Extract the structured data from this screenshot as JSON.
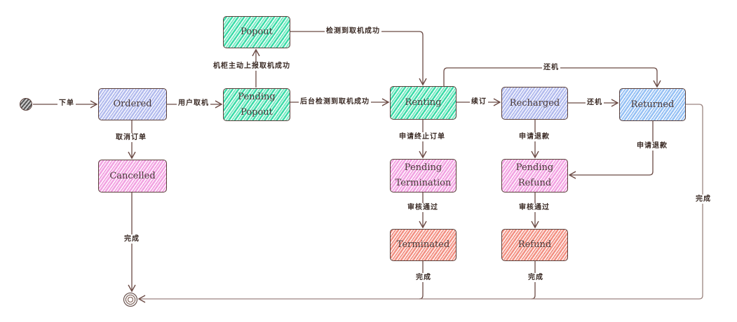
{
  "diagram": {
    "type": "state-machine",
    "nodes": {
      "ordered": "Ordered",
      "cancelled": "Cancelled",
      "pending_popout_1": "Pending",
      "pending_popout_2": "Popout",
      "popout": "Popout",
      "renting": "Renting",
      "recharged": "Recharged",
      "returned": "Returned",
      "pending_termination_1": "Pending",
      "pending_termination_2": "Termination",
      "pending_refund_1": "Pending",
      "pending_refund_2": "Refund",
      "terminated": "Terminated",
      "refund": "Refund"
    },
    "edges": {
      "start_to_ordered": "下单",
      "ordered_to_pending_popout": "用户取机",
      "ordered_to_cancelled": "取消订单",
      "cancelled_to_end": "完成",
      "pending_popout_to_popout": "机柜主动上报取机成功",
      "popout_to_renting": "检测到取机成功",
      "pending_popout_to_renting": "后台检测到取机成功",
      "renting_to_recharged": "续订",
      "renting_to_returned": "还机",
      "recharged_to_returned": "还机",
      "renting_to_pending_termination": "申请终止订单",
      "recharged_to_pending_refund": "申请退款",
      "returned_to_pending_refund": "申请退款",
      "returned_to_end": "完成",
      "pending_termination_to_terminated": "审核通过",
      "pending_refund_to_refund": "审核通过",
      "terminated_to_end": "完成",
      "refund_to_end": "完成"
    },
    "colors": {
      "line": "#6b4a44",
      "ordered": "#aeb7ec",
      "green": "#2fd9a3",
      "pink": "#f19ce0",
      "red": "#f28a7c",
      "returned": "#8fbdf3"
    }
  }
}
